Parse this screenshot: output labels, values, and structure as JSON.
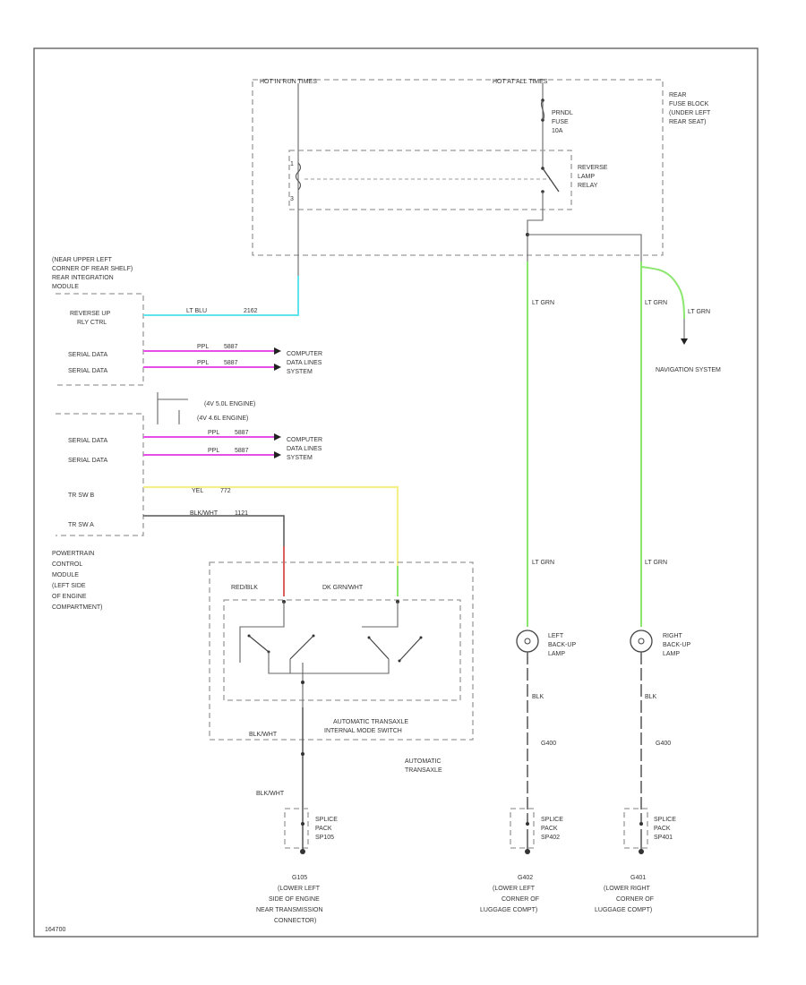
{
  "fuse_block": {
    "hot_run_label": "HOT IN RUN TIMES",
    "hot_all_label": "HOT AT ALL TIMES",
    "title_lines": [
      "REAR",
      "FUSE BLOCK",
      "(UNDER LEFT",
      "REAR SEAT)"
    ],
    "fuse_lines": [
      "PRNDL",
      "FUSE",
      "10A"
    ],
    "relay_lines": [
      "REVERSE",
      "LAMP",
      "RELAY"
    ]
  },
  "rim": {
    "title_lines": [
      "(NEAR UPPER LEFT",
      "CORNER OF REAR SHELF)",
      "REAR INTEGRATION",
      "MODULE"
    ],
    "reverse_label_lines": [
      "REVERSE UP",
      "RLY CTRL"
    ],
    "serial_data_1": "SERIAL DATA",
    "serial_data_2": "SERIAL DATA",
    "cyan_wire": "LT BLU",
    "cyan_circuit": "2162",
    "magenta_wire": "PPL",
    "magenta_circuit": "5887"
  },
  "computer_lines": [
    "COMPUTER",
    "DATA LINES",
    "SYSTEM"
  ],
  "engine_options": {
    "v8_label": "(4V 5.0L ENGINE)",
    "v6_label": "(4V 4.6L ENGINE)"
  },
  "pcm": {
    "serial_data_1": "SERIAL DATA",
    "serial_data_2": "SERIAL DATA",
    "trs_b_label": "TR SW B",
    "trs_a_label": "TR SW A",
    "yellow_wire": "YEL",
    "yellow_circuit": "772",
    "black_wire": "BLK/WHT",
    "black_circuit": "1121",
    "title_lines": [
      "POWERTRAIN",
      "CONTROL",
      "MODULE",
      "(LEFT SIDE",
      "OF ENGINE",
      "COMPARTMENT)"
    ]
  },
  "transaxle": {
    "left_label": "RED/BLK",
    "right_label": "DK GRN/WHT",
    "internal_switch_lines": [
      "AUTOMATIC TRANSAXLE",
      "INTERNAL MODE SWITCH"
    ],
    "bottom_wire_label": "BLK/WHT",
    "ground_wire_label": "BLK/WHT",
    "outer_label_lines": [
      "AUTOMATIC",
      "TRANSAXLE"
    ]
  },
  "green_wire_label": "LT GRN",
  "navigation_label": "NAVIGATION SYSTEM",
  "left_lamp": {
    "label_lines": [
      "LEFT",
      "BACK-UP",
      "LAMP"
    ],
    "wire_label": "BLK",
    "ground_code": "G400"
  },
  "right_lamp": {
    "label_lines": [
      "RIGHT",
      "BACK-UP",
      "LAMP"
    ],
    "wire_label": "BLK",
    "ground_code": "G400"
  },
  "splices": {
    "sp105": [
      "SPLICE",
      "PACK",
      "SP105"
    ],
    "sp402": [
      "SPLICE",
      "PACK",
      "SP402"
    ],
    "sp401": [
      "SPLICE",
      "PACK",
      "SP401"
    ]
  },
  "grounds": {
    "g105": [
      "G105",
      "(LOWER LEFT",
      "SIDE OF ENGINE",
      "NEAR TRANSMISSION",
      "CONNECTOR)"
    ],
    "g402": [
      "G402",
      "(LOWER LEFT",
      "CORNER OF",
      "LUGGAGE COMPT)"
    ],
    "g401": [
      "G401",
      "(LOWER RIGHT",
      "CORNER OF",
      "LUGGAGE COMPT)"
    ]
  },
  "diagram_id": "164700",
  "colors": {
    "cyan": "#5fe3ec",
    "magenta": "#e64fe6",
    "yellow": "#f3f08a",
    "green": "#8ae66c",
    "red": "#d9605c",
    "frame": "#6e6e6e"
  }
}
